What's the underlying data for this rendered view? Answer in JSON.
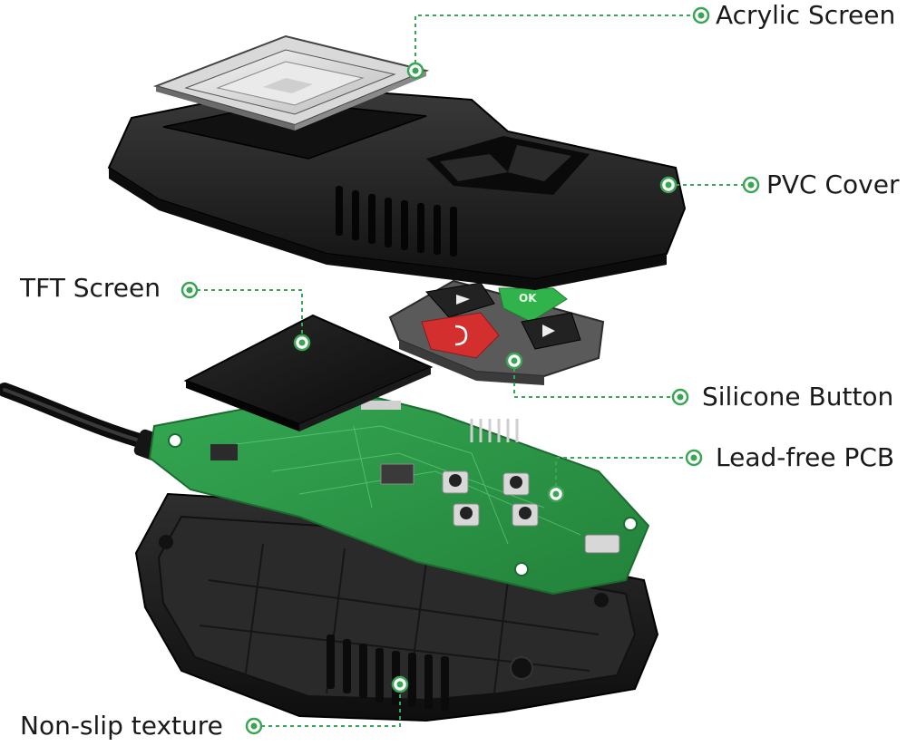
{
  "labels": {
    "acrylic_screen": "Acrylic Screen",
    "pvc_cover": "PVC Cover",
    "tft_screen": "TFT Screen",
    "silicone_button": "Silicone Button",
    "lead_free_pcb": "Lead-free PCB",
    "non_slip_texture": "Non-slip texture"
  },
  "button_text": {
    "ok": "OK"
  },
  "colors": {
    "accent_green": "#3aa655",
    "pcb_green": "#2f9e44",
    "button_red": "#d32f2f",
    "button_green": "#2fb34a",
    "housing_black": "#1e1e1e"
  }
}
